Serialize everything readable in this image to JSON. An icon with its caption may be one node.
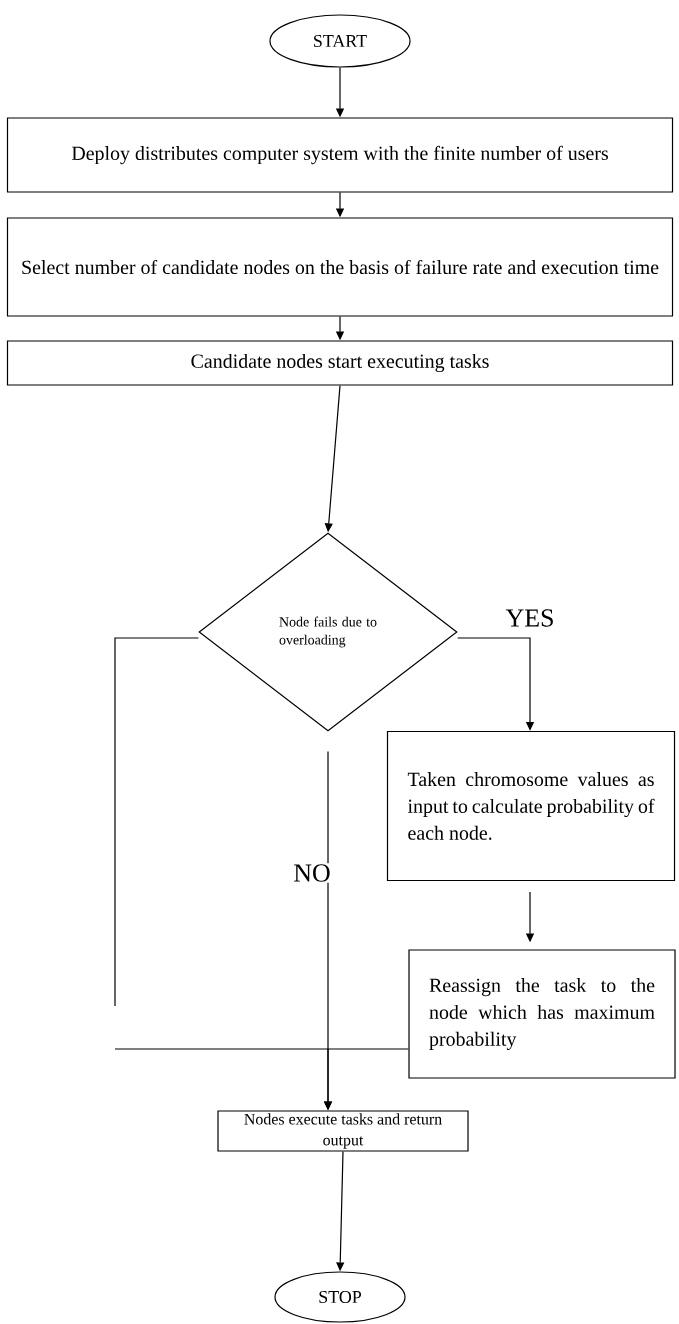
{
  "diagram": {
    "nodes": [
      {
        "text": [
          "START"
        ]
      },
      {
        "text": [
          "Deploy distributes computer system with the finite number of users"
        ]
      },
      {
        "text": [
          "Select number of candidate nodes on the basis of failure rate and execution time"
        ]
      },
      {
        "text": [
          "Candidate nodes start executing tasks"
        ]
      },
      {
        "text": [
          "Node fails due to overloading"
        ]
      },
      {
        "text": [
          "Taken chromosome values as input to calculate probability of each node."
        ]
      },
      {
        "text": [
          "Reassign the task to the node which has maximum probability"
        ]
      },
      {
        "text": [
          "Nodes execute tasks and return output"
        ]
      },
      {
        "text": [
          "STOP"
        ]
      }
    ],
    "edges": [
      {
        "from": 0,
        "to": 1,
        "arrow": "to"
      },
      {
        "from": 1,
        "to": 2,
        "arrow": "to"
      },
      {
        "from": 2,
        "to": 3,
        "arrow": "to"
      },
      {
        "from": 3,
        "to": 4,
        "arrow": "to"
      },
      {
        "from": 4,
        "to": 5,
        "arrow": "to",
        "label": "YES"
      },
      {
        "from": 5,
        "to": 6,
        "arrow": "to"
      },
      {
        "from": 4,
        "to": 7,
        "arrow": "to",
        "label": "NO"
      },
      {
        "from": 6,
        "to": 7,
        "arrow": "to"
      },
      {
        "from": 4,
        "to": null,
        "arrow": "none"
      },
      {
        "from": 7,
        "to": 8,
        "arrow": "to"
      }
    ]
  }
}
